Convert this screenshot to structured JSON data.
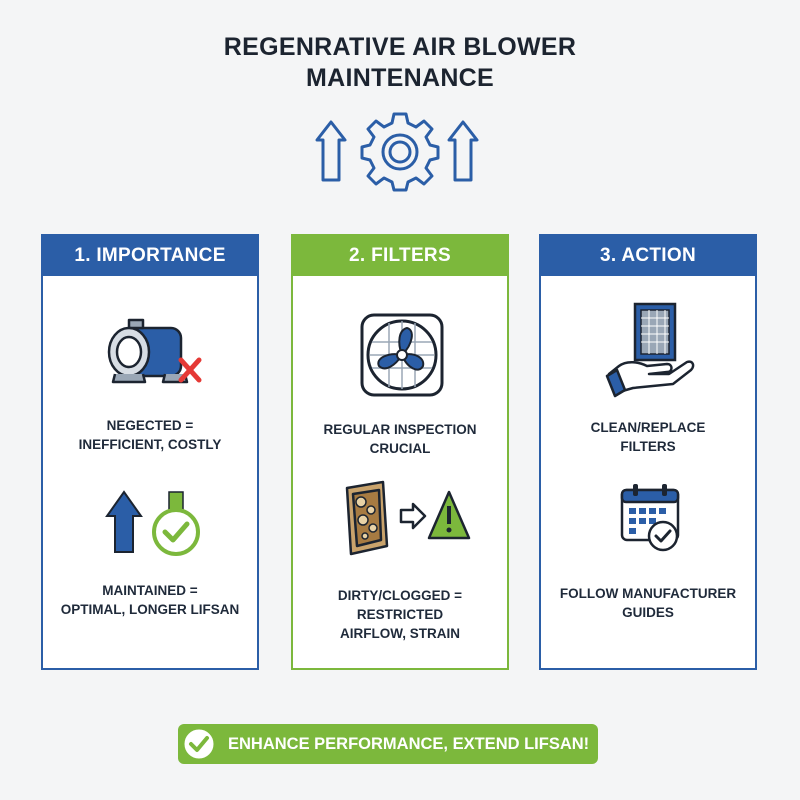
{
  "title": {
    "line1": "REGENRATIVE AIR BLOWER",
    "line2": "MAINTENANCE"
  },
  "hero_icon": "gear-with-up-arrows-icon",
  "cards": [
    {
      "header": "1. IMPORTANCE",
      "accent": "#2b5ea7",
      "sections": [
        {
          "icon": "blower-with-red-x-icon",
          "lines": [
            "NEGECTED =",
            "INEFFICIENT, COSTLY"
          ]
        },
        {
          "icon": "up-arrow-with-check-icon",
          "lines": [
            "MAINTAINED =",
            "OPTIMAL, LONGER LIFSAN"
          ]
        }
      ]
    },
    {
      "header": "2. FILTERS",
      "accent": "#7cb83c",
      "sections": [
        {
          "icon": "fan-icon",
          "lines": [
            "REGULAR INSPECTION",
            "CRUCIAL"
          ]
        },
        {
          "icon": "dirty-filter-warning-icon",
          "lines": [
            "DIRTY/CLOGGED =",
            "RESTRICTED",
            "AIRFLOW, STRAIN"
          ]
        }
      ]
    },
    {
      "header": "3. ACTION",
      "accent": "#2b5ea7",
      "sections": [
        {
          "icon": "hand-holding-filter-icon",
          "lines": [
            "CLEAN/REPLACE",
            "FILTERS"
          ]
        },
        {
          "icon": "calendar-check-icon",
          "lines": [
            "FOLLOW MANUFACTURER",
            "GUIDES"
          ]
        }
      ]
    }
  ],
  "banner": {
    "text": "ENHANCE PERFORMANCE, EXTEND LIFSAN!",
    "icon": "check-circle-icon",
    "color": "#7cb83c"
  },
  "colors": {
    "blue": "#2b5ea7",
    "green": "#7cb83c",
    "red": "#e53935",
    "warning": "#7cb83c"
  }
}
